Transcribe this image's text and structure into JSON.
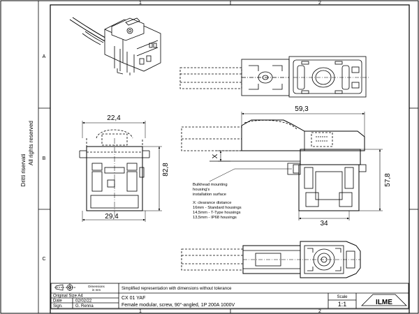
{
  "frame": {
    "col_labels": [
      "1",
      "2"
    ],
    "row_labels": [
      "A",
      "B",
      "C"
    ]
  },
  "side_text": {
    "rights": "All rights reserved",
    "rights_de": "Dritti riservati"
  },
  "dimensions": {
    "top_width": "22,4",
    "bottom_width": "29,4",
    "height": "82,8",
    "side_width": "59,3",
    "side_height": "57,8",
    "side_bottom": "34",
    "clearance_symbol": "X"
  },
  "notes": {
    "bulkhead": [
      "Bulkhead mounting",
      "housing's",
      "installation surface"
    ],
    "clearance_title": "X: clearance distance",
    "clearance_lines": [
      "16mm  -  Standard housings",
      "14,5mm  -  T-Type housings",
      "13,5mm  -  IP68  housings"
    ]
  },
  "title_block": {
    "dimensions_label": "Dimensions",
    "dimensions_unit": "in mm",
    "simplified_note": "Simplified representation with dimensions without tolerance",
    "original_size": "Original Size A4",
    "date_label": "Date",
    "date_value": "02/02/22",
    "sign_label": "Sign.",
    "sign_value": "G. Renna",
    "part_code": "CX 01 YAF",
    "description": "Female modular, screw, 90°-angled, 1P 200A 1000V",
    "scale_label": "Scale",
    "scale_value": "1:1",
    "logo_text": "ILME"
  }
}
